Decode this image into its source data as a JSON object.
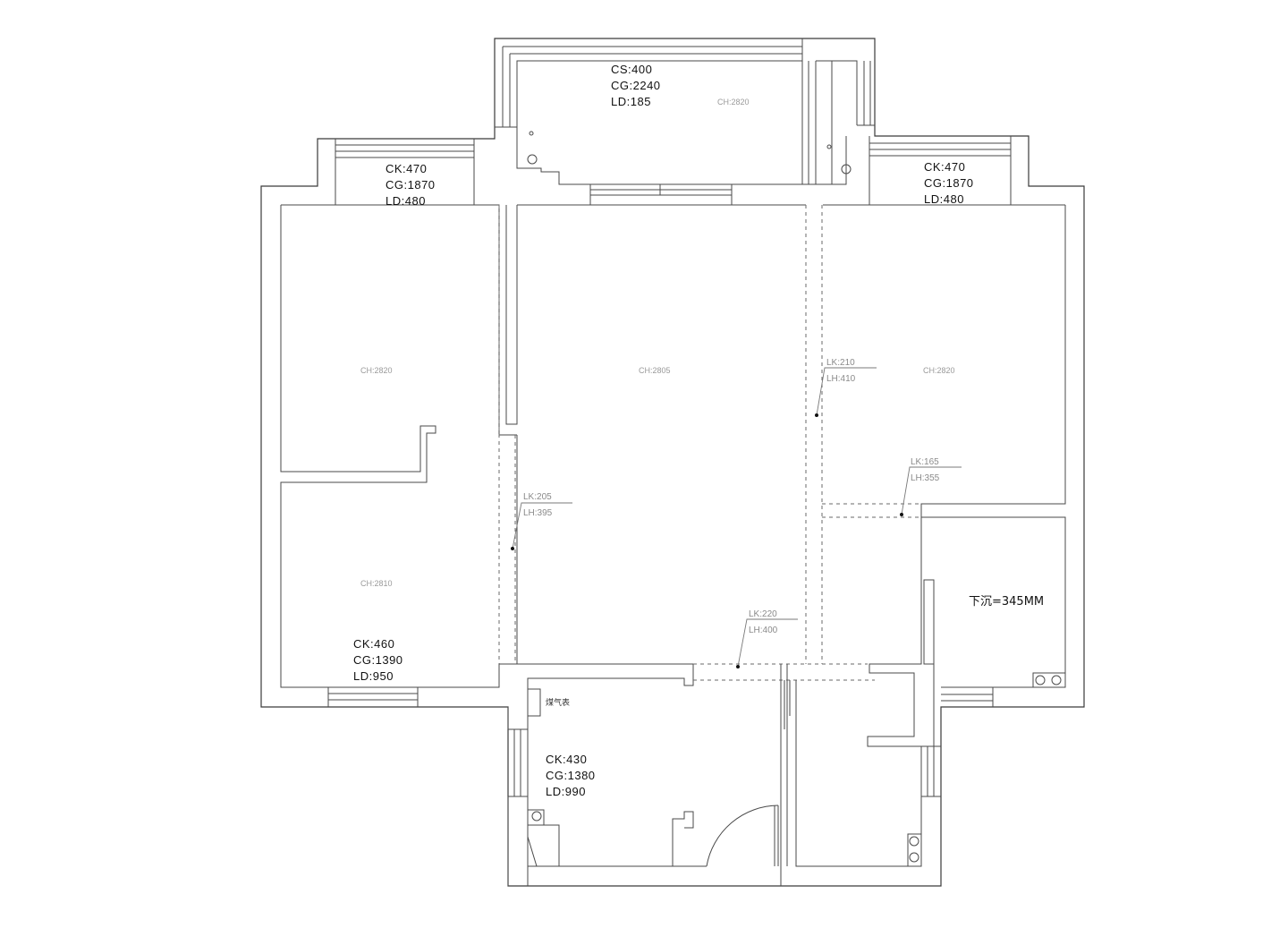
{
  "windows": [
    {
      "id": "balcony",
      "lines": [
        "CS:400",
        "CG:2240",
        "LD:185"
      ]
    },
    {
      "id": "bedroom-nw",
      "lines": [
        "CK:470",
        "CG:1870",
        "LD:480"
      ]
    },
    {
      "id": "bedroom-ne",
      "lines": [
        "CK:470",
        "CG:1870",
        "LD:480"
      ]
    },
    {
      "id": "bedroom-sw",
      "lines": [
        "CK:460",
        "CG:1390",
        "LD:950"
      ]
    },
    {
      "id": "kitchen",
      "lines": [
        "CK:430",
        "CG:1380",
        "LD:990"
      ]
    }
  ],
  "ceilings": {
    "balcony": "CH:2820",
    "bedroom_nw": "CH:2820",
    "living": "CH:2805",
    "bedroom_ne": "CH:2820",
    "bedroom_sw": "CH:2810"
  },
  "beams": [
    {
      "id": "beam-left",
      "lk": "LK:205",
      "lh": "LH:395"
    },
    {
      "id": "beam-right",
      "lk": "LK:210",
      "lh": "LH:410"
    },
    {
      "id": "beam-corridor",
      "lk": "LK:165",
      "lh": "LH:355"
    },
    {
      "id": "beam-bottom",
      "lk": "LK:220",
      "lh": "LH:400"
    }
  ],
  "notes": {
    "sunken": "下沉=345MM",
    "gas_meter": "煤气表"
  }
}
